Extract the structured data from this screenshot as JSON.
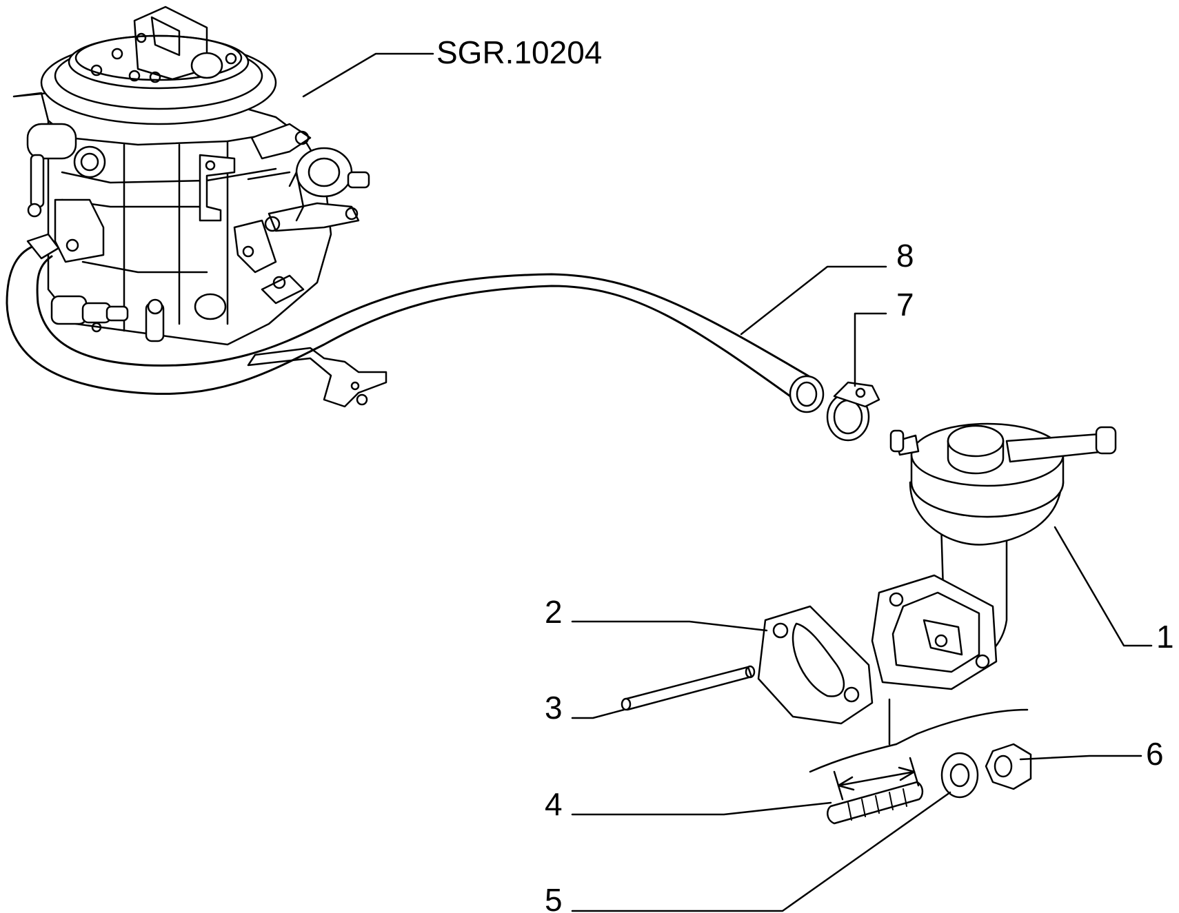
{
  "callouts": {
    "ref": "SGR.10204",
    "c1": "1",
    "c2": "2",
    "c3": "3",
    "c4": "4",
    "c5": "5",
    "c6": "6",
    "c7": "7",
    "c8": "8"
  }
}
